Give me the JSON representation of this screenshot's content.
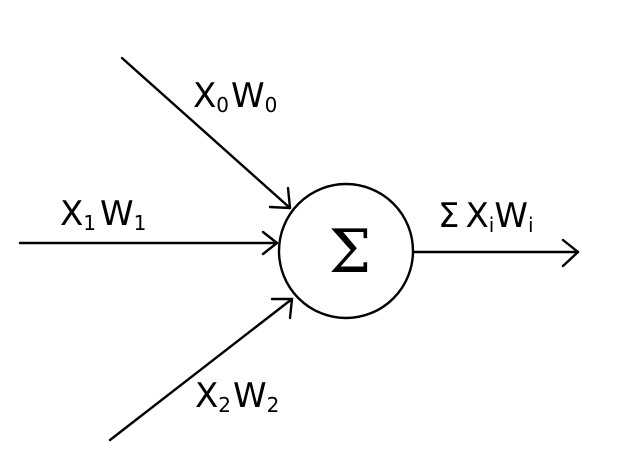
{
  "node": {
    "symbol": "Σ"
  },
  "inputs": [
    {
      "x": "X",
      "x_sub": "0",
      "w": "W",
      "w_sub": "0"
    },
    {
      "x": "X",
      "x_sub": "1",
      "w": "W",
      "w_sub": "1"
    },
    {
      "x": "X",
      "x_sub": "2",
      "w": "W",
      "w_sub": "2"
    }
  ],
  "output": {
    "sum": "Σ",
    "x": "X",
    "x_sub": "i",
    "w": "W",
    "w_sub": "i"
  }
}
